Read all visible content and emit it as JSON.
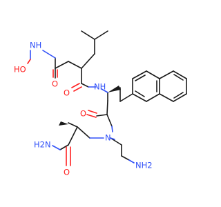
{
  "colors": {
    "carbon": "#1a1a1a",
    "oxygen": "#ff2020",
    "nitrogen": "#3050f8",
    "background": "#ffffff"
  },
  "atom_labels": {
    "hydroxamic_oxygen_h": "HO",
    "hydroxamic_nh": "NH",
    "hydroxamic_carbonyl_o": "O",
    "amide_nh": "NH",
    "amide1_carbonyl_o": "O",
    "amide2_carbonyl_o": "O",
    "tertiary_n": "N",
    "primary_amide_h2n": "H2N",
    "primary_amide_o": "O",
    "ethylamine_nh2": "NH2"
  }
}
